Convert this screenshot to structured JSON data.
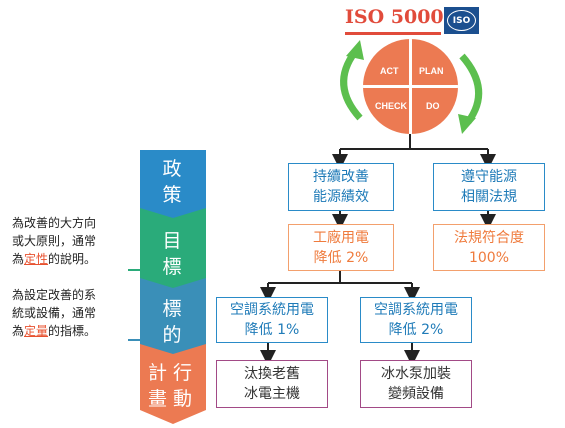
{
  "header": {
    "standard_title": "ISO 50001",
    "logo_text": "ISO"
  },
  "pdca": {
    "act": "ACT",
    "plan": "PLAN",
    "check": "CHECK",
    "do": "DO",
    "arrow_color": "#5cbf4e",
    "circle_color": "#ec7a52"
  },
  "banner": {
    "policy": "政策",
    "goal": "目標",
    "target": "標的",
    "action": "計行畫動"
  },
  "notes": {
    "goal_note": {
      "line1": "為改善的大方向",
      "line2": "或大原則，通常",
      "line3_pre": "為",
      "line3_hl": "定性",
      "line3_post": "的說明。"
    },
    "target_note": {
      "line1": "為設定改善的系",
      "line2": "統或設備，通常",
      "line3_pre": "為",
      "line3_hl": "定量",
      "line3_post": "的指標。"
    }
  },
  "boxes": {
    "policy_left": {
      "line1": "持續改善",
      "line2": "能源績效"
    },
    "policy_right": {
      "line1": "遵守能源",
      "line2": "相關法規"
    },
    "goal_left": {
      "line1": "工廠用電",
      "line2": "降低 2%"
    },
    "goal_right": {
      "line1": "法規符合度",
      "line2": "100%"
    },
    "target_left": {
      "line1": "空調系統用電",
      "line2": "降低 1%"
    },
    "target_right": {
      "line1": "空調系統用電",
      "line2": "降低 2%"
    },
    "action_left": {
      "line1": "汰換老舊",
      "line2": "冰電主機"
    },
    "action_right": {
      "line1": "冰水泵加裝",
      "line2": "變頻設備"
    }
  },
  "colors": {
    "banner_policy": "#2a8bc8",
    "banner_goal": "#2aab7a",
    "banner_target": "#3a8fb8",
    "banner_action": "#ec7a52",
    "blue_box": "#2a8bc8",
    "orange_box": "#f3a06d",
    "purple_box": "#a24a86"
  }
}
